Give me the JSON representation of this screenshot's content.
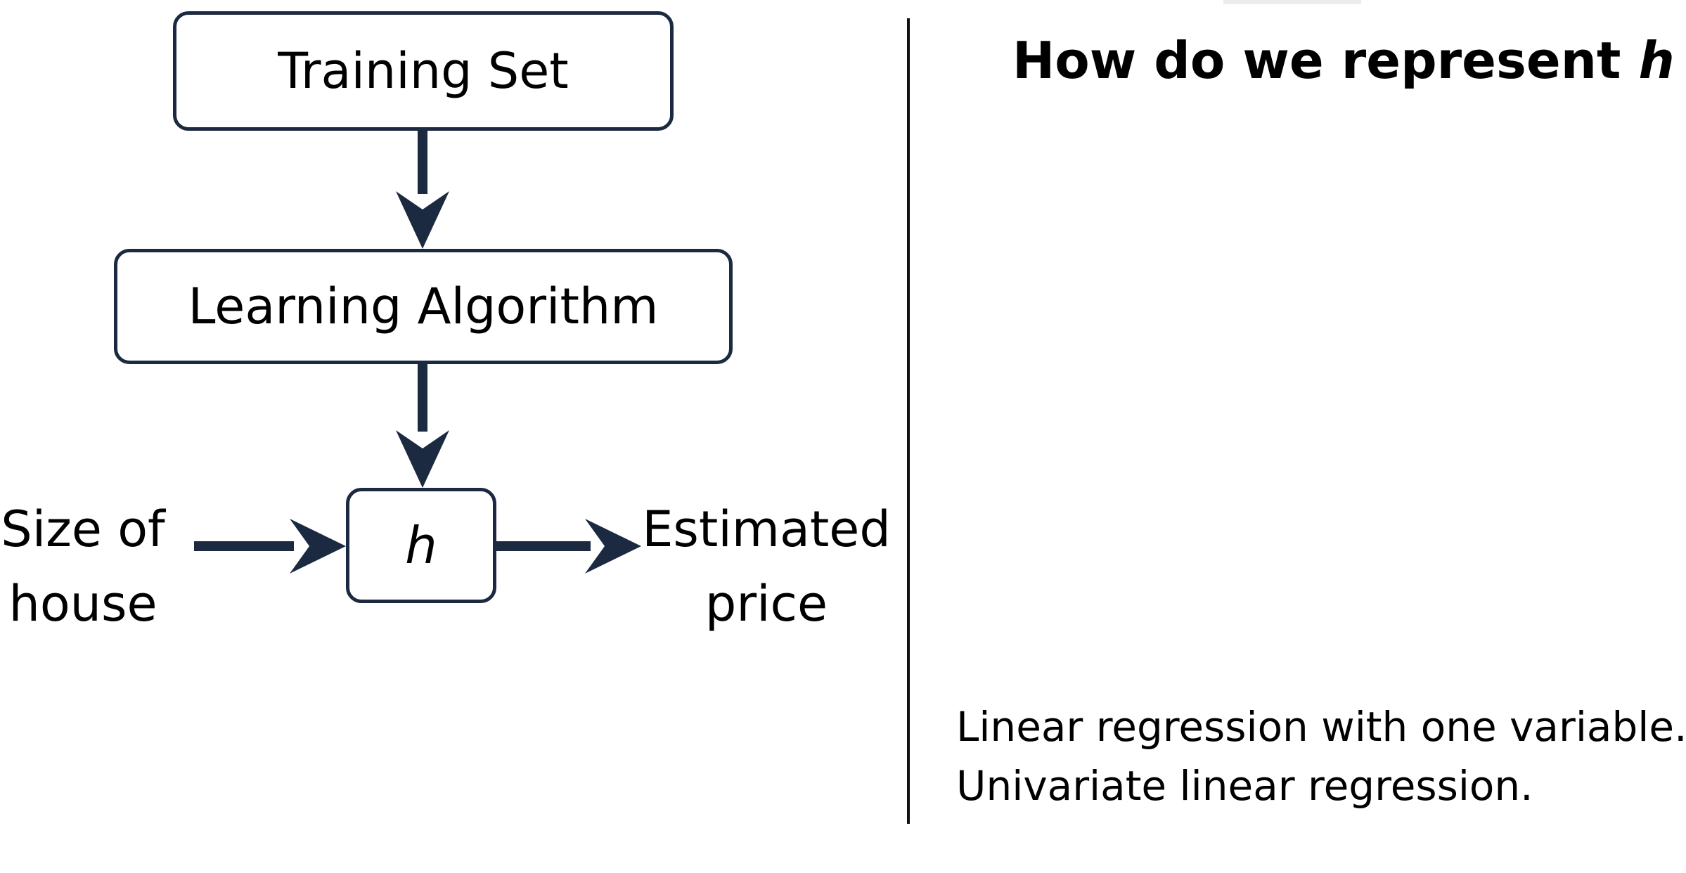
{
  "diagram": {
    "training_set": "Training Set",
    "learning_algorithm": "Learning Algorithm",
    "hypothesis": "h",
    "input_label": "Size of\nhouse",
    "output_label": "Estimated\nprice"
  },
  "question": {
    "prefix": "How do we represent ",
    "variable": "h",
    "suffix": " ?"
  },
  "notes": [
    "Linear regression with one variable.",
    "Univariate linear regression."
  ],
  "colors": {
    "node_border": "#1b2a41",
    "arrow": "#1b2a41",
    "divider": "#111111"
  }
}
